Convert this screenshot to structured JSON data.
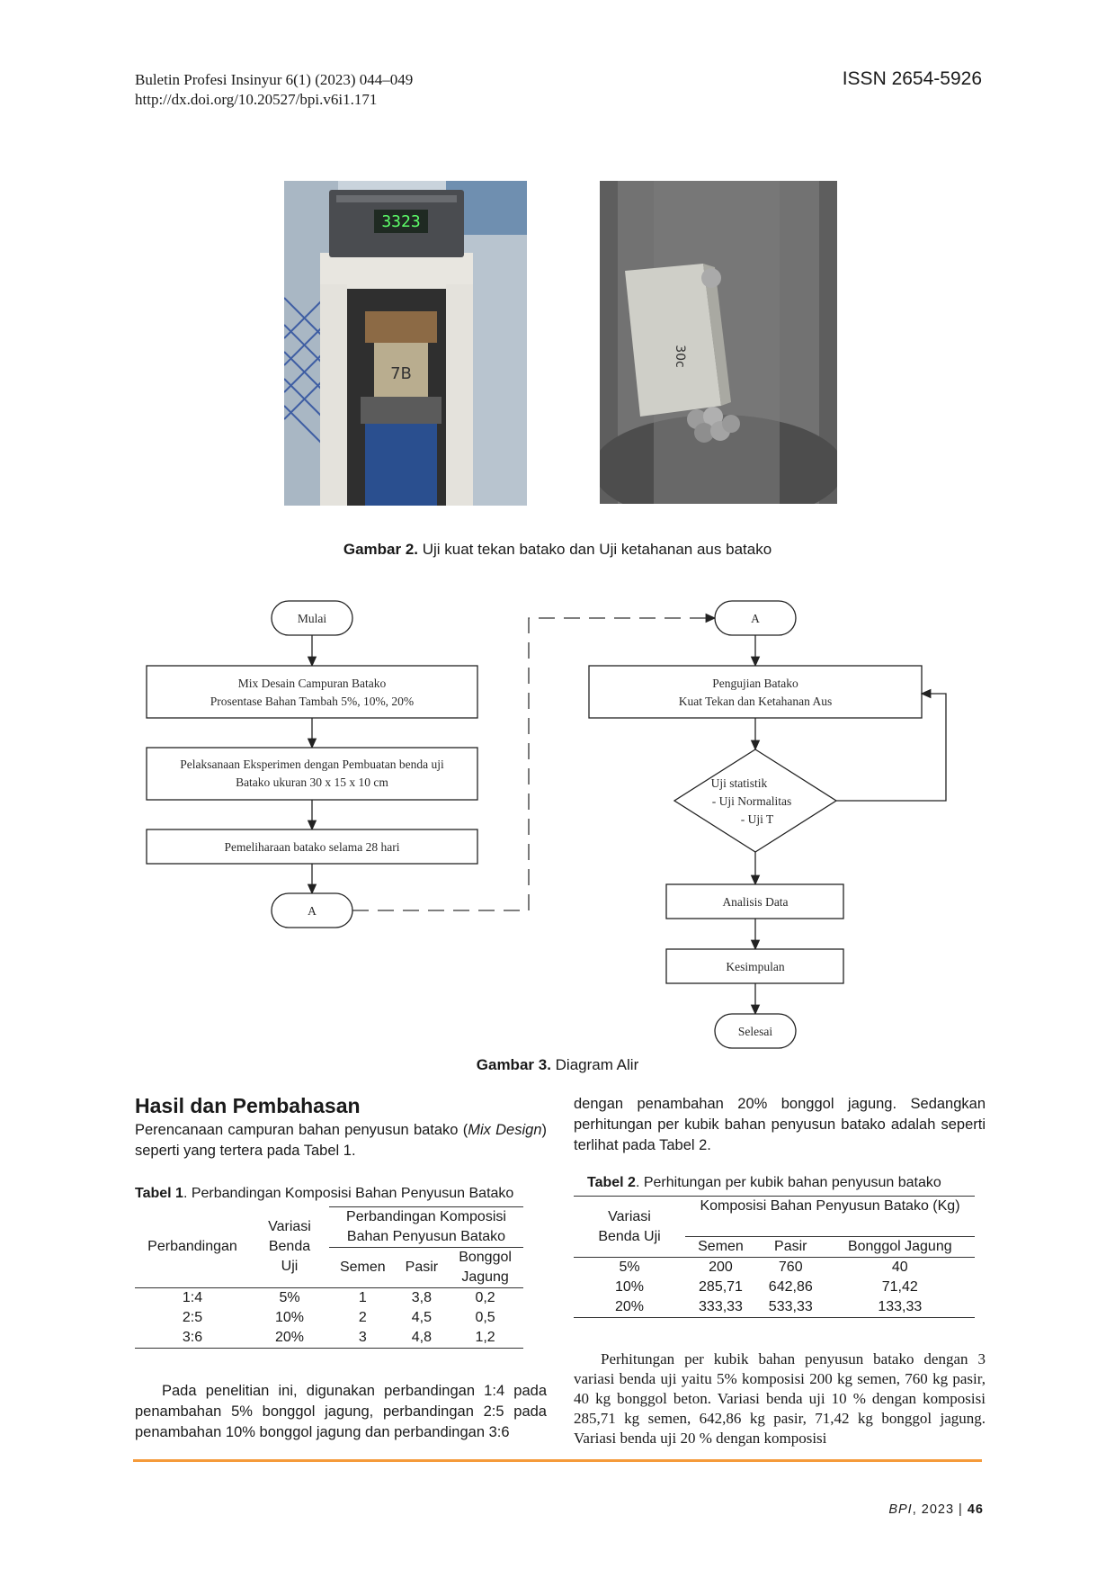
{
  "header": {
    "journal": "Buletin Profesi Insinyur 6(1) (2023) 044–049",
    "doi": "http://dx.doi.org/10.20527/bpi.v6i1.171",
    "issn": "ISSN 2654-5926"
  },
  "figure2": {
    "display_reading": "3323",
    "sample_label": "7B",
    "block_label": "30c",
    "caption_label": "Gambar 2.",
    "caption_text": " Uji kuat tekan batako dan Uji ketahanan aus batako"
  },
  "figure3": {
    "start": "Mulai",
    "mix_line1": "Mix Desain Campuran Batako",
    "mix_line2": "Prosentase Bahan Tambah 5%, 10%, 20%",
    "exp_line1": "Pelaksanaan Eksperimen dengan Pembuatan benda uji",
    "exp_line2": "Batako ukuran 30 x 15 x 10 cm",
    "cure": "Pemeliharaan batako selama 28  hari",
    "connector_a": "A",
    "test_line1": "Pengujian Batako",
    "test_line2": "Kuat Tekan dan Ketahanan Aus",
    "stat_line1": "Uji statistik",
    "stat_line2": "- Uji Normalitas",
    "stat_line3": "- Uji T",
    "analysis": "Analisis Data",
    "conclusion": "Kesimpulan",
    "end": "Selesai",
    "caption_label": "Gambar 3.",
    "caption_text": " Diagram Alir"
  },
  "section": {
    "title": "Hasil dan Pembahasan",
    "intro_a": "Perencanaan campuran bahan penyusun batako (",
    "intro_italic": "Mix Design",
    "intro_b": ") seperti yang tertera pada Tabel 1.",
    "para_left": "Pada penelitian ini, digunakan perbandingan 1:4 pada penambahan 5% bonggol jagung, perbandingan 2:5 pada penambahan 10% bonggol jagung dan perbandingan 3:6",
    "para_right_top": "dengan penambahan 20% bonggol jagung. Sedangkan perhitungan per kubik bahan penyusun batako adalah seperti terlihat pada Tabel 2.",
    "para_right_bottom": "Perhitungan per kubik bahan penyusun batako dengan 3 variasi benda uji yaitu 5% komposisi 200 kg semen, 760 kg pasir, 40 kg bonggol beton. Variasi benda uji 10 % dengan komposisi 285,71 kg semen, 642,86 kg pasir, 71,42 kg bonggol jagung. Variasi benda uji 20 % dengan komposisi"
  },
  "table1": {
    "caption_label": "Tabel 1",
    "caption_text": ". Perbandingan Komposisi Bahan Penyusun Batako",
    "h_perbandingan": "Perbandingan",
    "h_variasi_1": "Variasi",
    "h_variasi_2": "Benda",
    "h_variasi_3": "Uji",
    "h_group_1": "Perbandingan Komposisi",
    "h_group_2": "Bahan Penyusun Batako",
    "h_semen": "Semen",
    "h_pasir": "Pasir",
    "h_bonggol_1": "Bonggol",
    "h_bonggol_2": "Jagung",
    "rows": [
      {
        "perb": "1:4",
        "variasi": "5%",
        "semen": "1",
        "pasir": "3,8",
        "bonggol": "0,2"
      },
      {
        "perb": "2:5",
        "variasi": "10%",
        "semen": "2",
        "pasir": "4,5",
        "bonggol": "0,5"
      },
      {
        "perb": "3:6",
        "variasi": "20%",
        "semen": "3",
        "pasir": "4,8",
        "bonggol": "1,2"
      }
    ]
  },
  "table2": {
    "caption_label": "Tabel 2",
    "caption_text": ". Perhitungan per kubik bahan penyusun batako",
    "h_variasi_1": "Variasi",
    "h_variasi_2": "Benda Uji",
    "h_group": "Komposisi Bahan Penyusun Batako (Kg)",
    "h_semen": "Semen",
    "h_pasir": "Pasir",
    "h_bonggol": "Bonggol Jagung",
    "rows": [
      {
        "variasi": "5%",
        "semen": "200",
        "pasir": "760",
        "bonggol": "40"
      },
      {
        "variasi": "10%",
        "semen": "285,71",
        "pasir": "642,86",
        "bonggol": "71,42"
      },
      {
        "variasi": "20%",
        "semen": "333,33",
        "pasir": "533,33",
        "bonggol": "133,33"
      }
    ]
  },
  "footer": {
    "journal_abbr": "BPI",
    "year": ", 2023",
    "separator": " | ",
    "page": "46"
  }
}
